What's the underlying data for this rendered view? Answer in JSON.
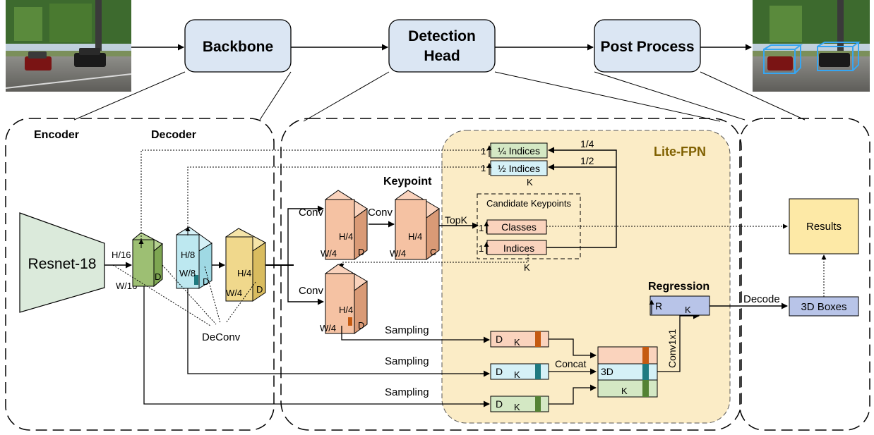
{
  "top_flow": {
    "backbone": "Backbone",
    "detection_head_line1": "Detection",
    "detection_head_line2": "Head",
    "post_process": "Post Process"
  },
  "backbone": {
    "encoder_title": "Encoder",
    "decoder_title": "Decoder",
    "resnet": "Resnet-18",
    "h16": "H/16",
    "w16": "W/16",
    "d": "D",
    "h8": "H/8",
    "w8": "W/8",
    "h4": "H/4",
    "w4": "W/4",
    "deconv": "DeConv"
  },
  "head": {
    "lite_fpn": "Lite-FPN",
    "keypoint_title": "Keypoint",
    "conv": "Conv",
    "h4": "H/4",
    "w4": "W/4",
    "d": "D",
    "c": "C",
    "topk": "TopK",
    "candidate_title": "Candidate Keypoints",
    "classes": "Classes",
    "indices": "Indices",
    "quarter_indices": "¼ Indices",
    "half_indices": "½ Indices",
    "one": "1",
    "k": "K",
    "frac_quarter": "1/4",
    "frac_half": "1/2",
    "sampling": "Sampling",
    "concat": "Concat",
    "three_d": "3D",
    "conv1x1": "Conv1x1",
    "regression_title": "Regression",
    "r": "R"
  },
  "post": {
    "decode": "Decode",
    "boxes": "3D Boxes",
    "results": "Results"
  },
  "colors": {
    "stage_fill": "#dbe6f3",
    "encoder_fill": "#dbeadb",
    "green_cube": "#9dbf73",
    "cyan_cube": "#bde8f0",
    "gold_cube": "#f0d88c",
    "salmon_cube": "#f5c2a3",
    "fpn_panel": "#fbecc6",
    "quarter_box": "#d4e8c4",
    "half_box": "#d5f1f7",
    "salmon_box": "#fad3bd",
    "regression_box": "#b8c4e8",
    "results_box": "#fde9a6",
    "orange_bar": "#c55a11",
    "teal_bar": "#1f7a80",
    "green_bar": "#548235",
    "lite_fpn_text": "#7f6000"
  }
}
